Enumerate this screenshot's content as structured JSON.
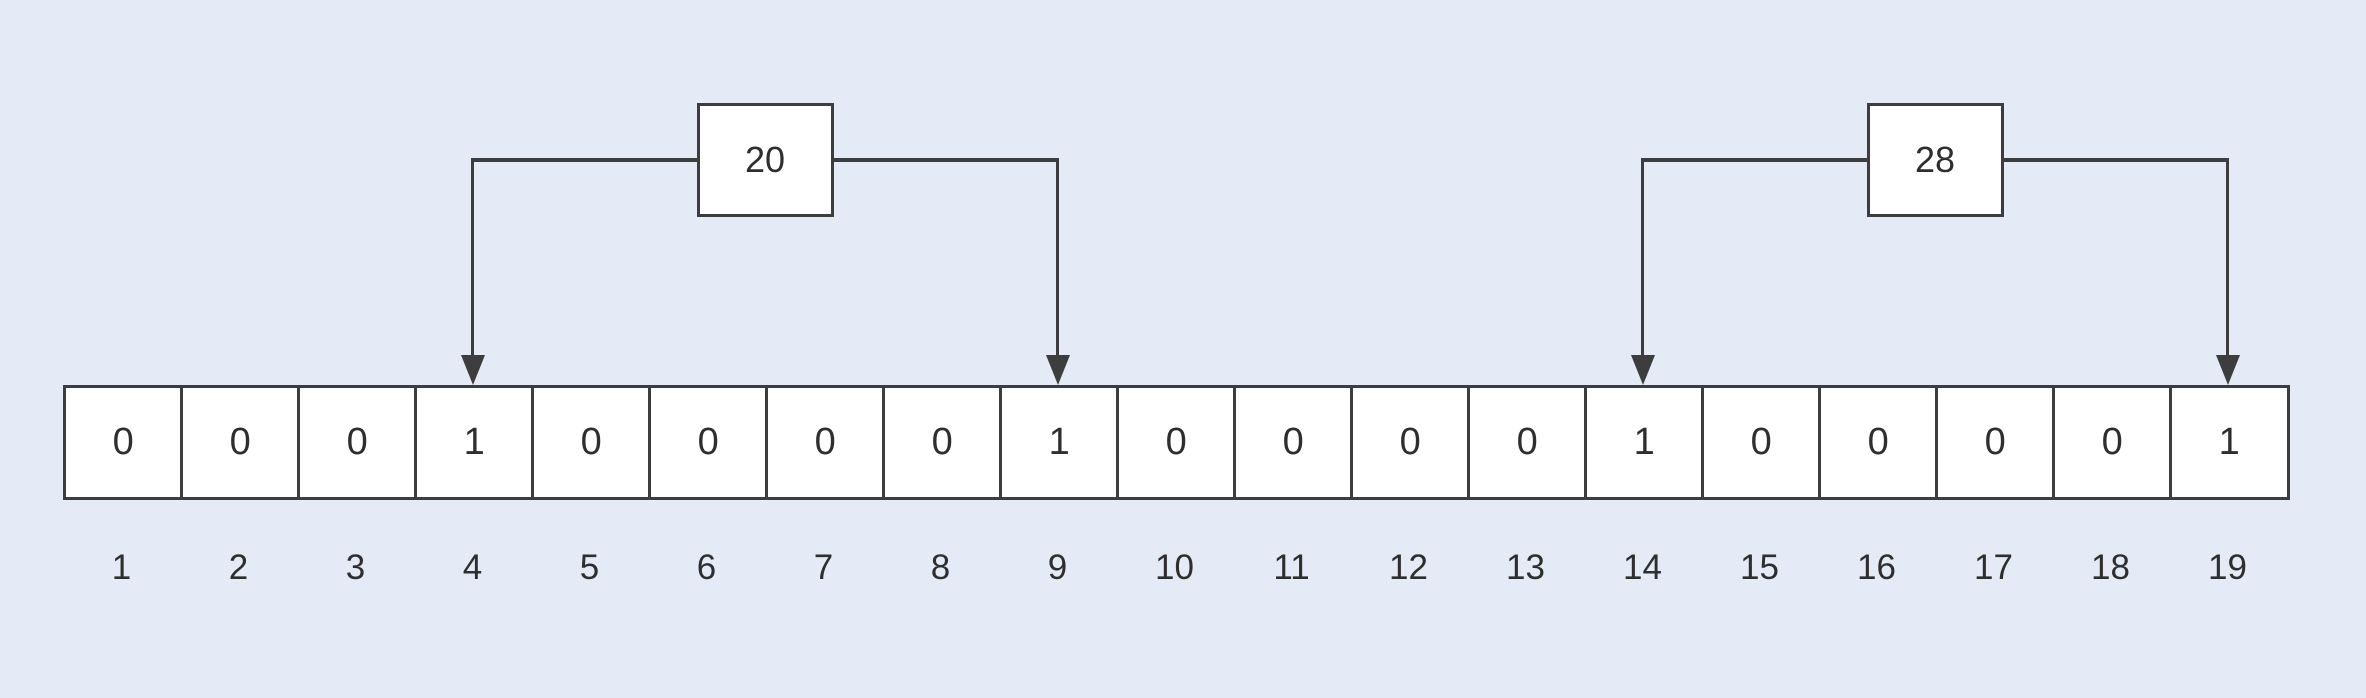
{
  "colors": {
    "background": "#e4eaf6",
    "cell_fill": "#ffffff",
    "line": "#3d3d3d",
    "text": "#2e2e2e"
  },
  "array": {
    "values": [
      "0",
      "0",
      "0",
      "1",
      "0",
      "0",
      "0",
      "0",
      "1",
      "0",
      "0",
      "0",
      "0",
      "1",
      "0",
      "0",
      "0",
      "0",
      "1"
    ],
    "indices": [
      "1",
      "2",
      "3",
      "4",
      "5",
      "6",
      "7",
      "8",
      "9",
      "10",
      "11",
      "12",
      "13",
      "14",
      "15",
      "16",
      "17",
      "18",
      "19"
    ]
  },
  "pointers": [
    {
      "label": "20",
      "target_indices": [
        4,
        9
      ]
    },
    {
      "label": "28",
      "target_indices": [
        14,
        19
      ]
    }
  ]
}
